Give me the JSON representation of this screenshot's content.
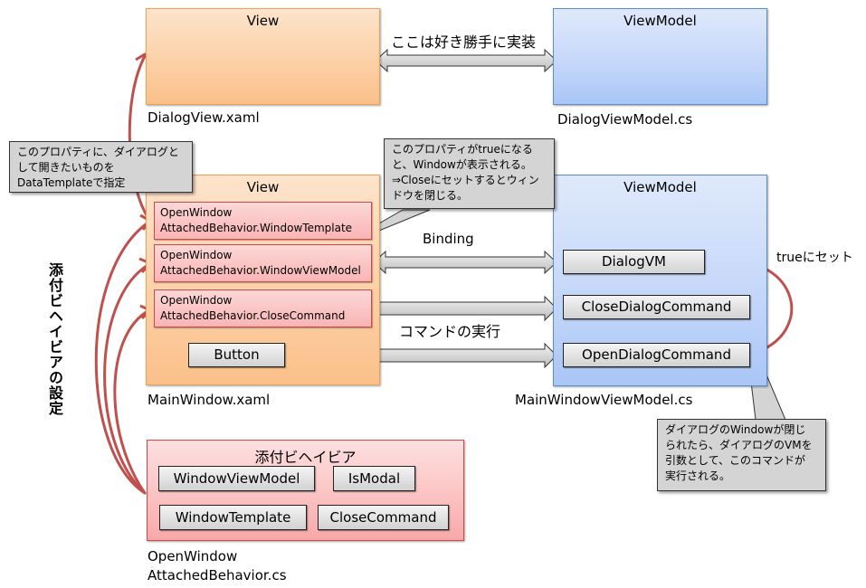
{
  "dialog_view": {
    "title": "View",
    "file": "DialogView.xaml"
  },
  "dialog_viewmodel": {
    "title": "ViewModel",
    "file": "DialogViewModel.cs"
  },
  "dialog_link_label": "ここは好き勝手に実装",
  "main_view": {
    "title": "View",
    "file": "MainWindow.xaml",
    "properties": [
      {
        "line1": "OpenWindow",
        "line2": "AttachedBehavior.WindowTemplate"
      },
      {
        "line1": "OpenWindow",
        "line2": "AttachedBehavior.WindowViewModel"
      },
      {
        "line1": "OpenWindow",
        "line2": "AttachedBehavior.CloseCommand"
      }
    ],
    "button_label": "Button"
  },
  "main_viewmodel": {
    "title": "ViewModel",
    "file": "MainWindowViewModel.cs",
    "members": [
      "DialogVM",
      "CloseDialogCommand",
      "OpenDialogCommand"
    ]
  },
  "binding_label": "Binding",
  "command_label": "コマンドの実行",
  "set_true_label": "trueにセット",
  "vertical_label": "添付ビヘイビアの設定",
  "callouts": {
    "template": [
      "このプロパティに、ダイアログと",
      "して開きたいものを",
      "DataTemplateで指定"
    ],
    "viewmodel": [
      "このプロパティがtrueになる",
      "と、Windowが表示される。",
      "⇒Closeにセットするとウィン",
      "ドウを閉じる。"
    ],
    "close_command": [
      "ダイアログのWindowが閉じ",
      "られたら、ダイアログのVMを",
      "引数として、このコマンドが",
      "実行される。"
    ]
  },
  "behavior": {
    "title": "添付ビヘイビア",
    "items": [
      "WindowViewModel",
      "IsModal",
      "WindowTemplate",
      "CloseCommand"
    ],
    "file_line1": "OpenWindow",
    "file_line2": "AttachedBehavior.cs"
  },
  "colors": {
    "curve": "#c0504d",
    "view_border": "#f0a050",
    "viewmodel_border": "#5b8ccc",
    "property_border": "#d04848"
  }
}
